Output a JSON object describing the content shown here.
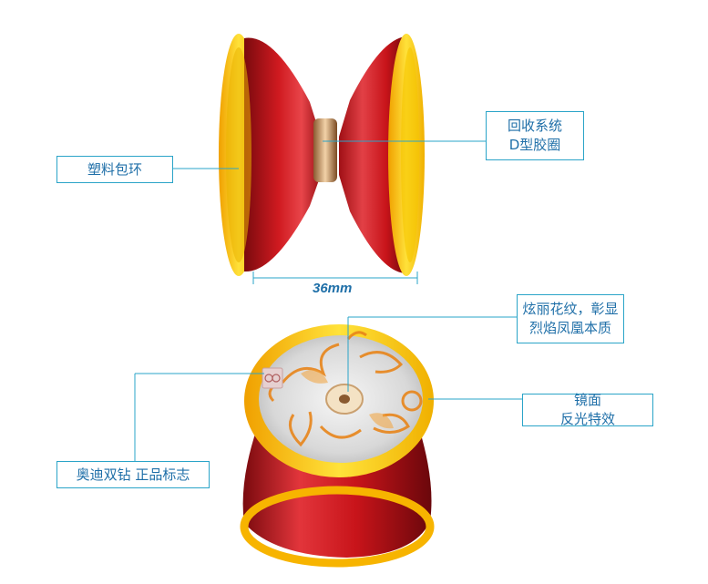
{
  "labels": {
    "plastic_ring": "塑料包环",
    "recovery_line1": "回收系统",
    "recovery_line2": "D型胶圈",
    "pattern_line1": "炫丽花纹，彰显",
    "pattern_line2": "烈焰凤凰本质",
    "mirror_line1": "镜面",
    "mirror_line2": "反光特效",
    "logo_label": "奥迪双钻 正品标志"
  },
  "dimension": "36mm",
  "colors": {
    "accent_line": "#2aa4c8",
    "label_text": "#1f6fa8",
    "yoyo_red": "#c8141a",
    "ring_yellow": "#f7d000",
    "ring_orange": "#f0a000",
    "face_silver": "#dcdcdc",
    "flame_orange": "#e8851a"
  }
}
